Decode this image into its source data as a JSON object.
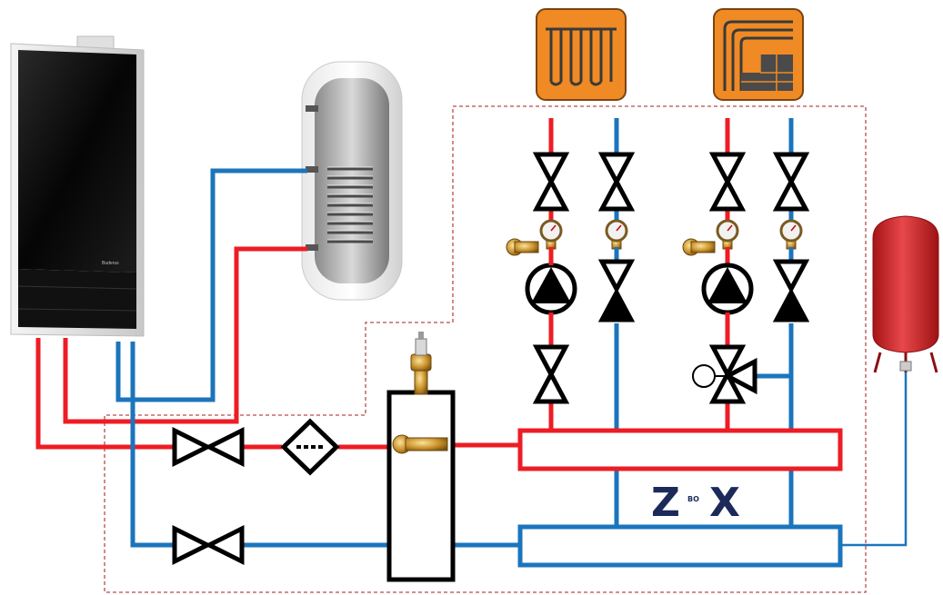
{
  "logo": {
    "left": "Z",
    "middle": "BO",
    "right": "X"
  },
  "boiler": {
    "brand": "Buderus"
  },
  "colors": {
    "supply": "#ee1c24",
    "return": "#1b75bc",
    "tank_red": "#d7282a",
    "panel_orange": "#f08a24"
  },
  "icons": [
    "underfloor-heating-panel-icon",
    "underfloor-spiral-panel-icon",
    "pump-icon",
    "thermometer-icon",
    "valve-icon",
    "three-way-valve-icon",
    "filter-icon",
    "air-vent-icon",
    "expansion-tank-icon"
  ]
}
